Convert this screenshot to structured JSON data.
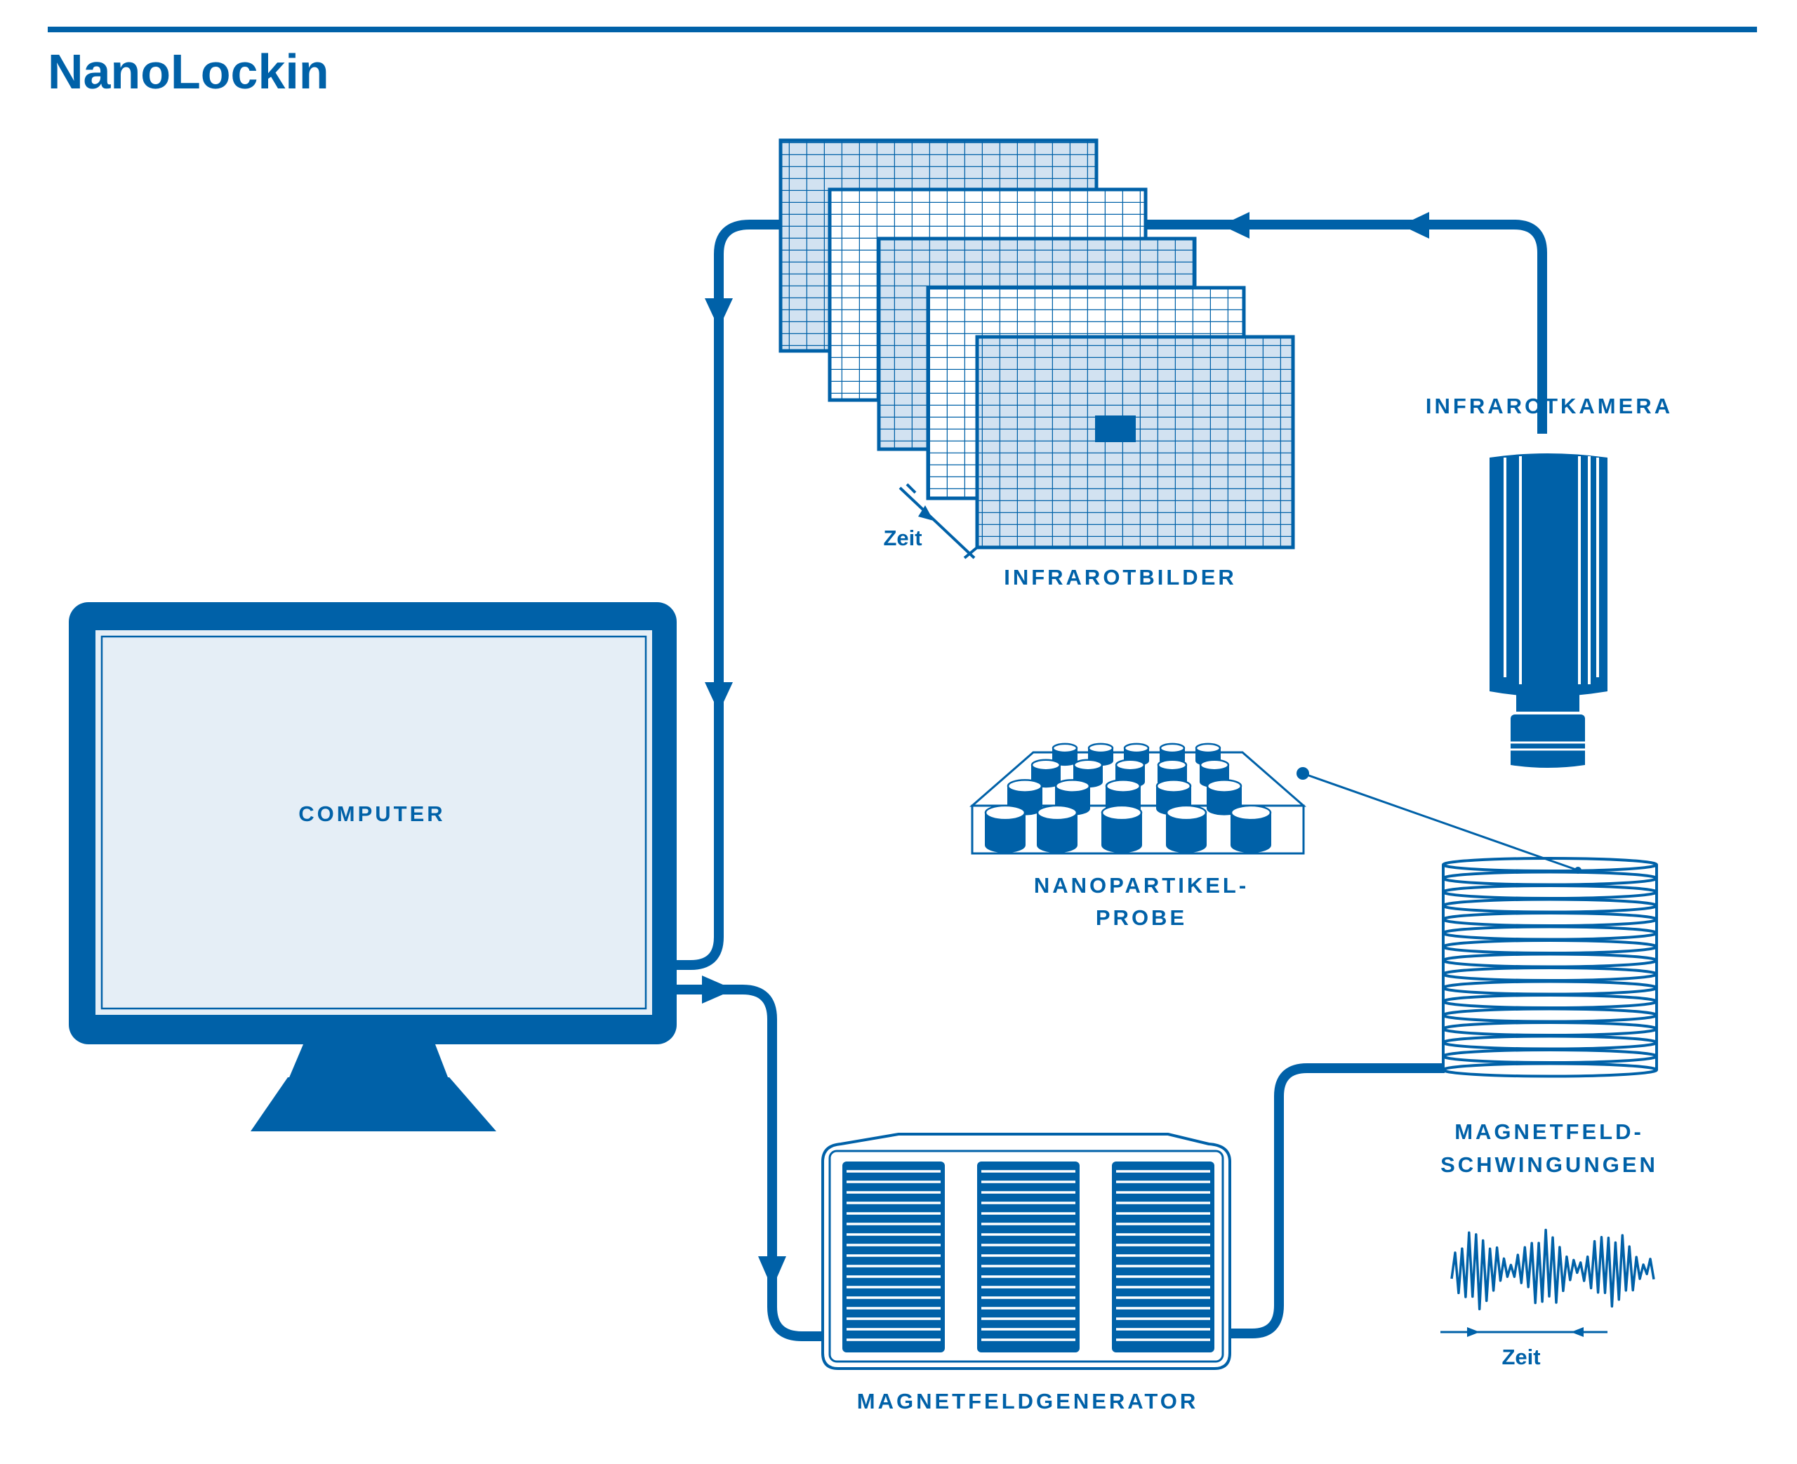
{
  "title": "NanoLockin",
  "colors": {
    "primary": "#0061A8",
    "light_fill": "#D2E2F1",
    "screen_fill": "#E5EEF6",
    "background": "#FFFFFF"
  },
  "labels": {
    "computer": "COMPUTER",
    "infrarotbilder": "INFRAROTBILDER",
    "infrarotkamera": "INFRAROTKAMERA",
    "nanopartikel_line1": "NANOPARTIKEL-",
    "nanopartikel_line2": "PROBE",
    "magnetfeld_line1": "MAGNETFELD-",
    "magnetfeld_line2": "SCHWINGUNGEN",
    "magnetfeldgenerator": "MAGNETFELDGENERATOR",
    "zeit_images": "Zeit",
    "zeit_wave": "Zeit"
  }
}
